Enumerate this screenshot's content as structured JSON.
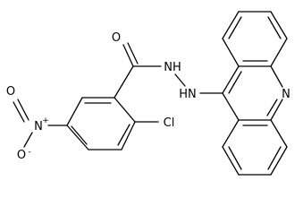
{
  "molecule": {
    "atoms": {
      "carbonyl_oxygen": "O",
      "hydrazide_nh": "NH",
      "hydrazine_hn": "HN",
      "acridine_n": "N",
      "chlorine": "Cl",
      "nitro_oxygen": "O",
      "nitro_n": "N",
      "nitro_n_charge": "+",
      "nitro_o_charge": "-"
    }
  }
}
